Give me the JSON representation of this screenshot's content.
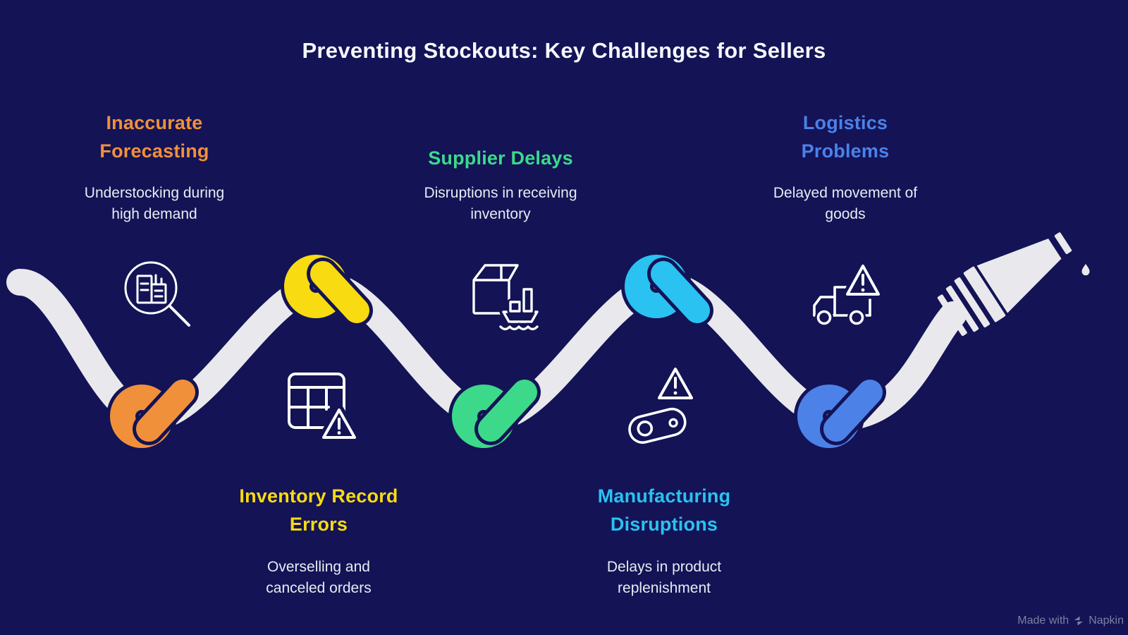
{
  "title": "Preventing Stockouts: Key Challenges for Sellers",
  "items": [
    {
      "id": "inaccurate-forecasting",
      "label": "Inaccurate\nForecasting",
      "description": "Understocking during\nhigh demand",
      "color": "#F1903A",
      "icon": "report-magnifier-icon",
      "knot_position": "bottom",
      "label_position": "top"
    },
    {
      "id": "inventory-record-errors",
      "label": "Inventory Record\nErrors",
      "description": "Overselling and\ncanceled orders",
      "color": "#F8DB10",
      "icon": "table-warning-icon",
      "knot_position": "top",
      "label_position": "bottom"
    },
    {
      "id": "supplier-delays",
      "label": "Supplier Delays",
      "description": "Disruptions in receiving\ninventory",
      "color": "#3CD98A",
      "icon": "package-ship-icon",
      "knot_position": "bottom",
      "label_position": "top"
    },
    {
      "id": "manufacturing-disruptions",
      "label": "Manufacturing\nDisruptions",
      "description": "Delays in product\nreplenishment",
      "color": "#2AC2F0",
      "icon": "machine-warning-icon",
      "knot_position": "top",
      "label_position": "bottom"
    },
    {
      "id": "logistics-problems",
      "label": "Logistics\nProblems",
      "description": "Delayed movement of\ngoods",
      "color": "#4C81E8",
      "icon": "truck-warning-icon",
      "knot_position": "bottom",
      "label_position": "top"
    }
  ],
  "watermark": {
    "text": "Made with",
    "brand": "Napkin"
  },
  "colors": {
    "background": "#131356",
    "rope": "#E9E9ED",
    "icon": "#FFFFFF",
    "title_text": "#F6F7FB",
    "body_text": "#E9EBF2",
    "watermark": "#7B80A0"
  }
}
